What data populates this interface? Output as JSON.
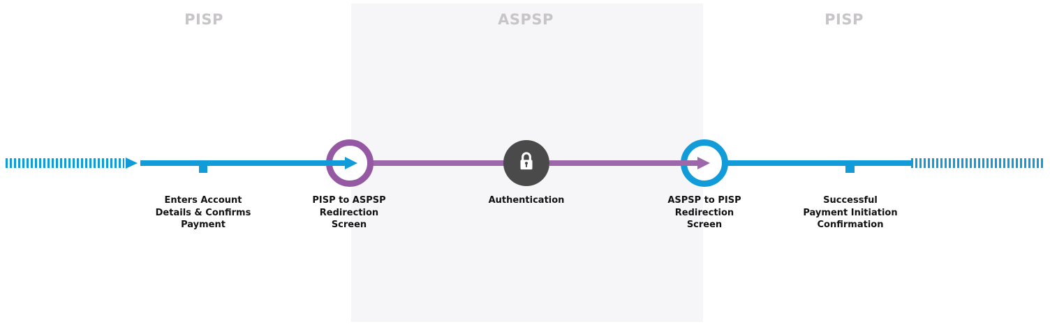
{
  "colors": {
    "blue": "#119bd8",
    "purple": "#9c68aa",
    "purple_ring": "#9559a3",
    "dark": "#4a4a4a",
    "header": "#c7c5c7",
    "panel": "#f6f5f7",
    "label": "#111111"
  },
  "headers": {
    "left": "PISP",
    "center": "ASPSP",
    "right": "PISP"
  },
  "steps": {
    "enters_account": "Enters Account\nDetails & Confirms\nPayment",
    "pisp_to_aspsp": "PISP to ASPSP\nRedirection\nScreen",
    "authentication": "Authentication",
    "aspsp_to_pisp": "ASPSP to PISP\nRedirection\nScreen",
    "successful_payment": "Successful\nPayment Initiation\nConfirmation"
  },
  "icons": {
    "lock": "lock-icon"
  }
}
